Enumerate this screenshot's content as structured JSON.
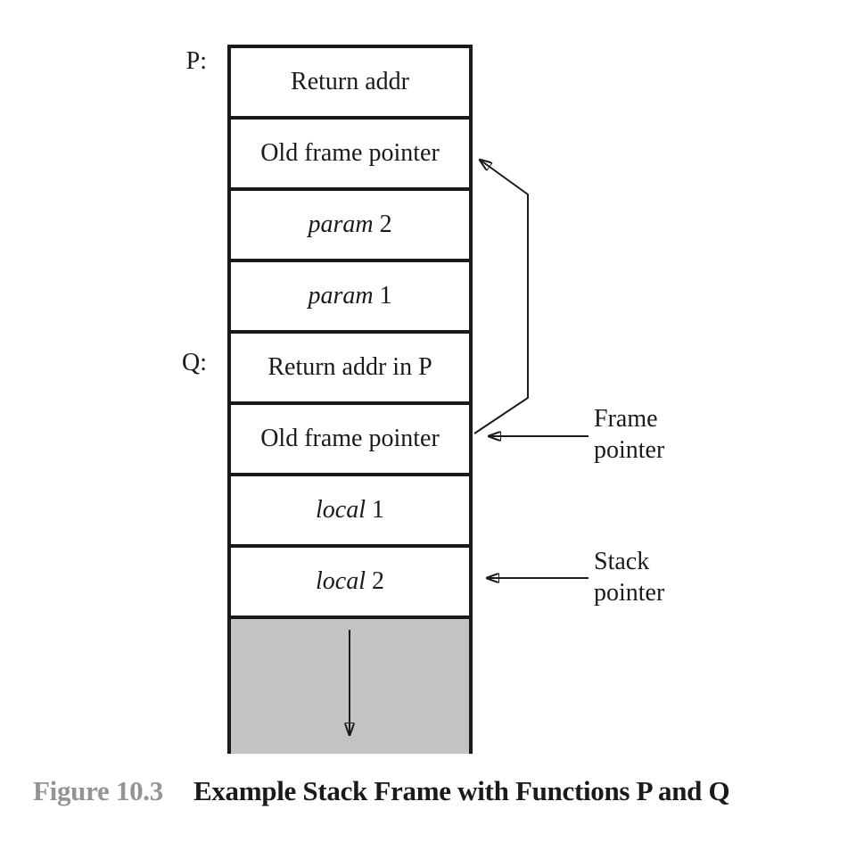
{
  "figure": {
    "label": "Figure 10.3",
    "title": "Example Stack Frame with Functions P and Q"
  },
  "stack": {
    "label_p": "P:",
    "label_q": "Q:",
    "cells": [
      {
        "text": "Return addr"
      },
      {
        "text": "Old frame pointer"
      },
      {
        "italic": "param",
        "text": " 2"
      },
      {
        "italic": "param",
        "text": " 1"
      },
      {
        "text": "Return addr in P"
      },
      {
        "text": "Old frame pointer"
      },
      {
        "italic": "local",
        "text": " 1"
      },
      {
        "italic": "local",
        "text": " 2"
      }
    ]
  },
  "annotations": {
    "frame_pointer": {
      "line1": "Frame",
      "line2": "pointer"
    },
    "stack_pointer": {
      "line1": "Stack",
      "line2": "pointer"
    }
  },
  "colors": {
    "unallocated_fill": "#c3c3c3",
    "figure_label": "#949494",
    "line": "#1c1c1c"
  }
}
